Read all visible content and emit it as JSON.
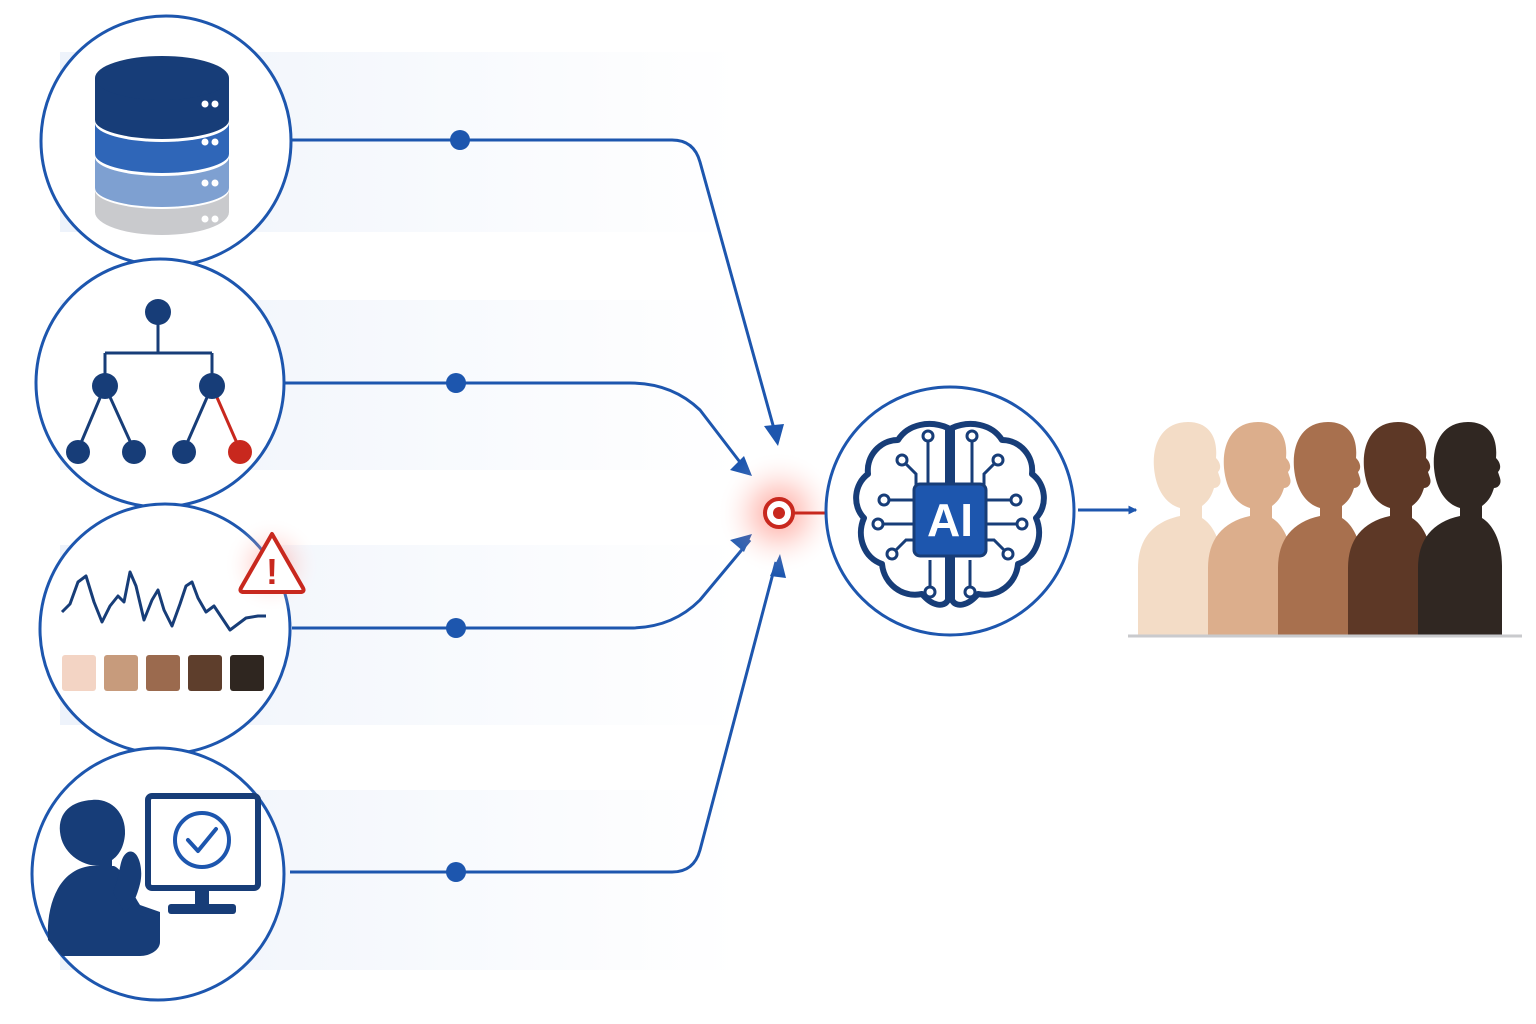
{
  "colors": {
    "primary": "#1d56ae",
    "navy": "#173d78",
    "alert": "#c8281e",
    "band": "#f4f7fc",
    "db_layers": [
      "#173d78",
      "#2f66b8",
      "#7ea0d1",
      "#c9cacd"
    ],
    "skin_tones": [
      "#f3d4c4",
      "#c79b7c",
      "#9b6a4e",
      "#5e3e2c",
      "#2f2620"
    ],
    "people_tones": [
      "#f3dcc6",
      "#dcae8c",
      "#a8704e",
      "#5d3826",
      "#302722"
    ]
  },
  "inputs": [
    {
      "name": "database",
      "icon": "database-icon"
    },
    {
      "name": "decision-tree",
      "icon": "decision-tree-icon",
      "has_anomaly_leaf": true
    },
    {
      "name": "signal-and-skin-tones",
      "icon": "waveform-icon",
      "has_warning": true
    },
    {
      "name": "human-review",
      "icon": "person-monitor-check-icon"
    }
  ],
  "warning": {
    "symbol": "!"
  },
  "model": {
    "label": "AI",
    "icon": "ai-brain-chip-icon"
  },
  "output": {
    "icon": "diverse-people-icon",
    "person_count": 5
  }
}
